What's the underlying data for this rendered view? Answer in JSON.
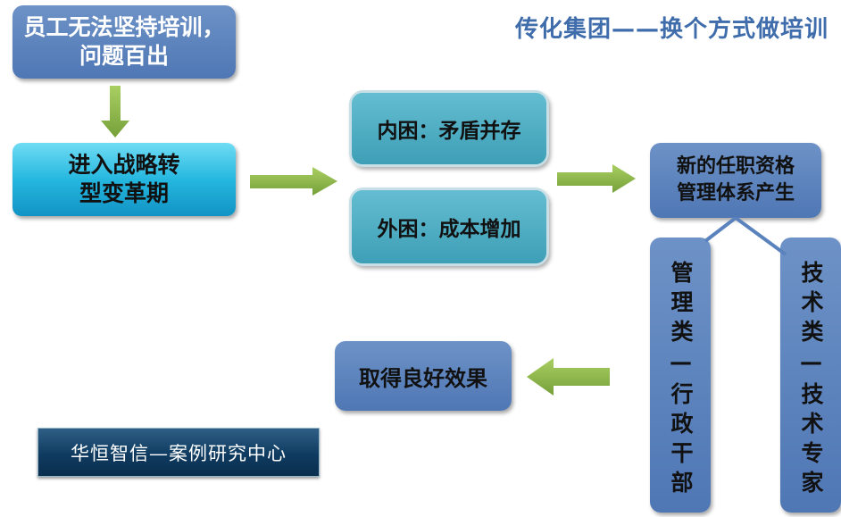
{
  "title": "传化集团——换个方式做培训",
  "boxes": {
    "top": [
      "员工无法坚持培训，",
      "问题百出"
    ],
    "strategy": [
      "进入战略转",
      "型变革期"
    ],
    "internal": "内困：矛盾并存",
    "external": "外困：成本增加",
    "new_system": [
      "新的任职资格",
      "管理体系产生"
    ],
    "mgmt": "管理类—行政干部",
    "tech": "技术类—技术专家",
    "result": "取得良好效果"
  },
  "logo": "华恒智信—案例研究中心",
  "colors": {
    "blue_box": "#5a82bd",
    "cyan_box": "#25b7df",
    "teal_box": "#4aaac0",
    "arrow_green": "#8bb544",
    "title_blue": "#3f6cab",
    "logo_bg": "#0f3b60"
  }
}
